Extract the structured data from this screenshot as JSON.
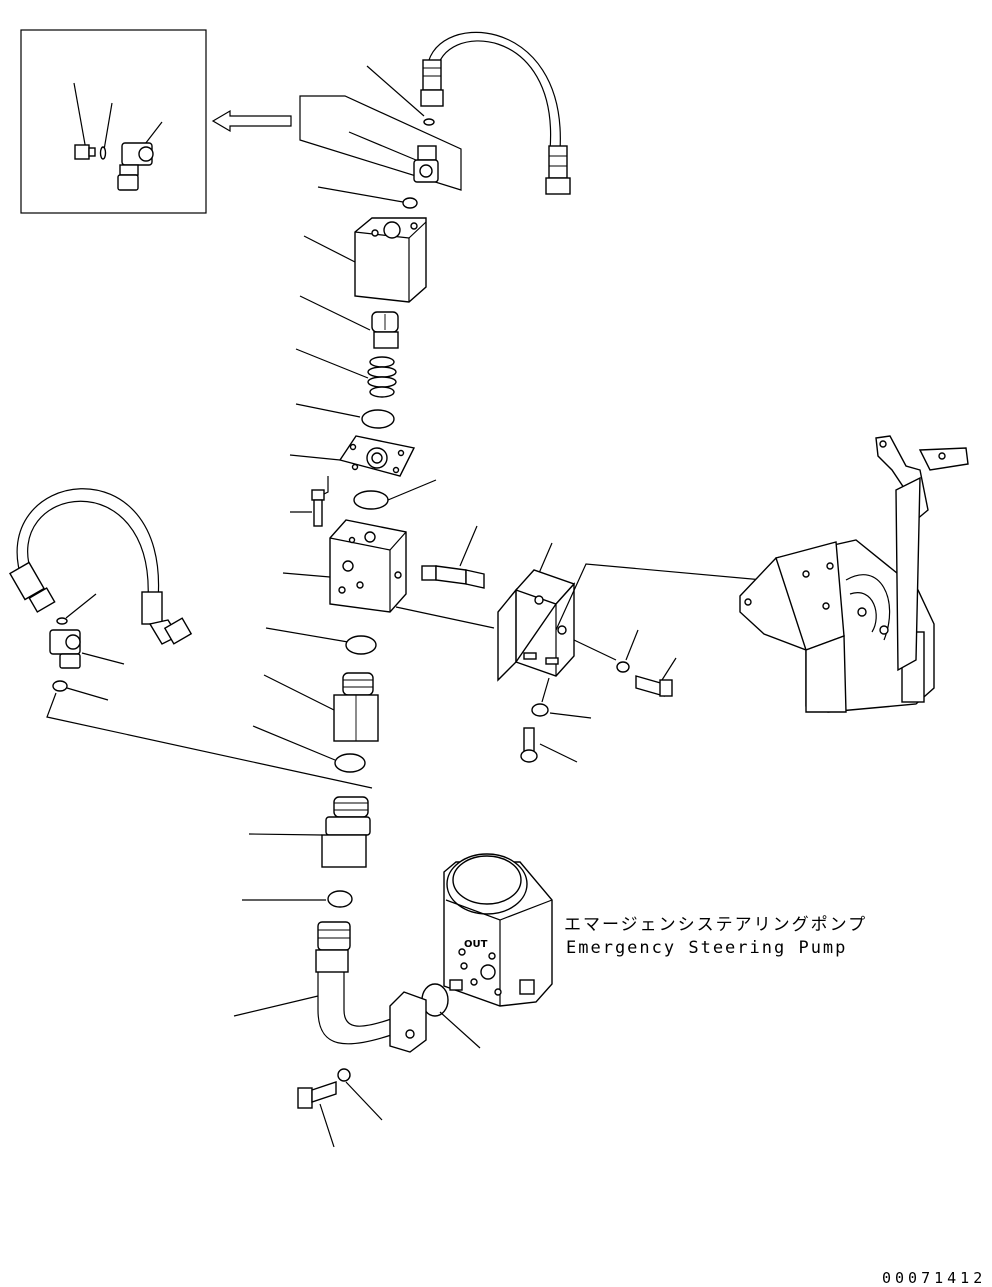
{
  "labels": {
    "pump_jp": "エマージェンシステアリングポンプ",
    "pump_en": "Emergency Steering Pump",
    "port_out": "OUT"
  },
  "drawing_number": "00071412",
  "colors": {
    "line": "#000000",
    "background": "#ffffff"
  }
}
